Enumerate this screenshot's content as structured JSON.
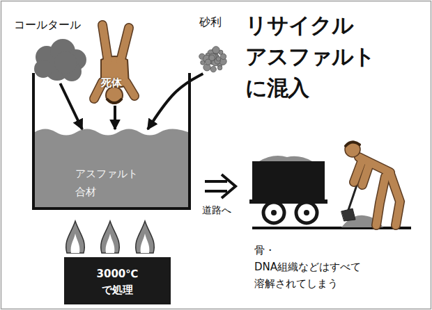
{
  "diagram": {
    "title": "リサイクル アスファルト に混入",
    "nodes": [
      {
        "text": [
          "コールタール"
        ]
      },
      {
        "text": [
          "死体"
        ]
      },
      {
        "text": [
          "砂利"
        ]
      },
      {
        "text": [
          "アスファルト 合材"
        ]
      },
      {
        "text": [
          "3000℃ で処理"
        ]
      }
    ],
    "edges": [
      {
        "from": 0,
        "to": 3,
        "arrow": "to"
      },
      {
        "from": 1,
        "to": 3,
        "arrow": "to"
      },
      {
        "from": 2,
        "to": 3,
        "arrow": "to"
      }
    ],
    "labels": [
      "道路へ",
      "骨・DNA組織などはすべて 溶解されてしまう"
    ]
  }
}
